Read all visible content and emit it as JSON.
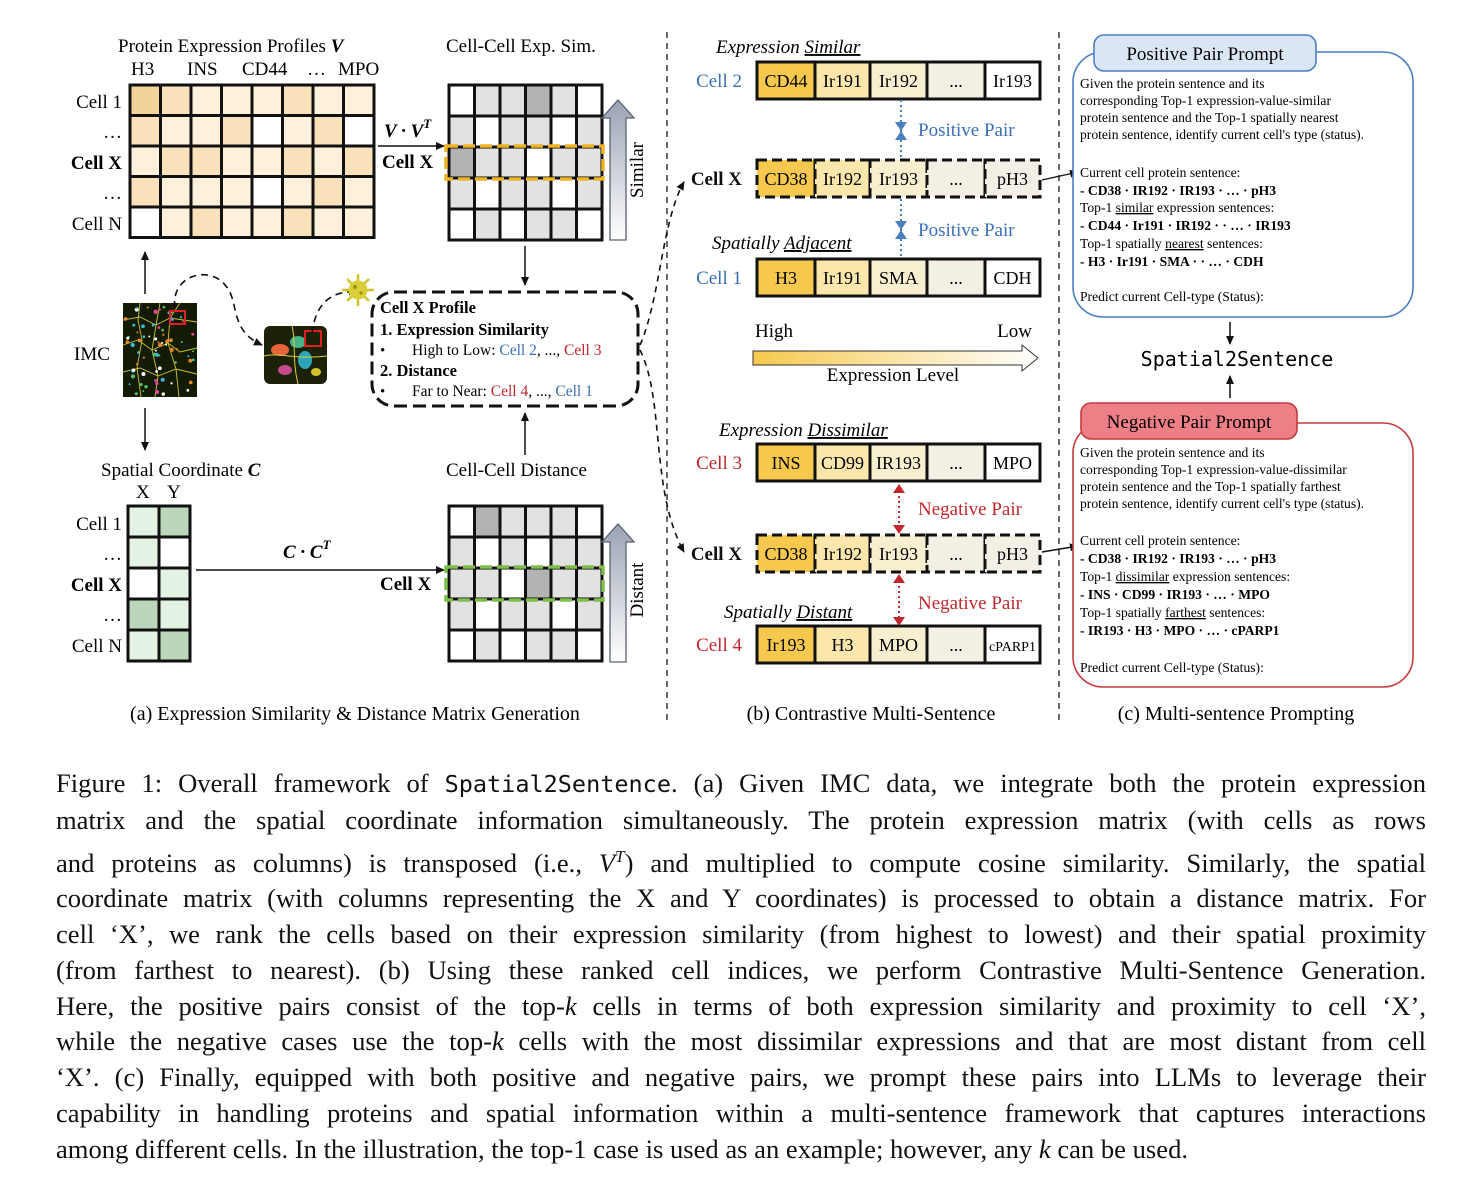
{
  "panel_a": {
    "expr_title": "Protein Expression Profiles",
    "expr_title_var": "V",
    "proteins": [
      "H3",
      "INS",
      "CD44",
      "…",
      "MPO"
    ],
    "cells": [
      "Cell 1",
      "…",
      "Cell X",
      "…",
      "Cell N"
    ],
    "sim_title": "Cell-Cell Exp. Sim.",
    "sim_formula": "V · V",
    "sim_formula_sup": "T",
    "cell_x": "Cell X",
    "similar_arrow_label": "Similar",
    "imc_label": "IMC",
    "profile_title": "Cell X Profile",
    "profile_item1": "1. Expression Similarity",
    "profile_item1_prefix": "High to Low: ",
    "profile_item1_a": "Cell 2",
    "profile_item1_mid": ", ..., ",
    "profile_item1_b": "Cell 3",
    "profile_item2": "2. Distance",
    "profile_item2_prefix": "Far to Near: ",
    "profile_item2_a": "Cell 4",
    "profile_item2_mid": ", ..., ",
    "profile_item2_b": "Cell 1",
    "bullet": "•",
    "coord_title": "Spatial Coordinate",
    "coord_title_var": "C",
    "coord_cols": [
      "X",
      "Y"
    ],
    "dist_title": "Cell-Cell Distance",
    "dist_formula": "C · C",
    "dist_formula_sup": "T",
    "distant_arrow_label": "Distant",
    "caption": "(a) Expression Similarity & Distance Matrix Generation"
  },
  "panel_b": {
    "expr_similar_prefix": "Expression ",
    "expr_similar_word": "Similar",
    "spatially_adjacent_prefix": "Spatially ",
    "spatially_adjacent_word": "Adjacent",
    "expr_dissimilar_prefix": "Expression ",
    "expr_dissimilar_word": "Dissimilar",
    "spatially_distant_prefix": "Spatially ",
    "spatially_distant_word": "Distant",
    "rows": [
      {
        "cell": "Cell 2",
        "tokens": [
          "CD44",
          "Ir191",
          "Ir192",
          "...",
          "Ir193"
        ]
      },
      {
        "cell": "Cell X",
        "tokens": [
          "CD38",
          "Ir192",
          "Ir193",
          "...",
          "pH3"
        ]
      },
      {
        "cell": "Cell 1",
        "tokens": [
          "H3",
          "Ir191",
          "SMA",
          "...",
          "CDH"
        ]
      },
      {
        "cell": "Cell 3",
        "tokens": [
          "INS",
          "CD99",
          "IR193",
          "...",
          "MPO"
        ]
      },
      {
        "cell": "Cell X",
        "tokens": [
          "CD38",
          "Ir192",
          "Ir193",
          "...",
          "pH3"
        ]
      },
      {
        "cell": "Cell 4",
        "tokens": [
          "Ir193",
          "H3",
          "MPO",
          "...",
          "cPARP1"
        ]
      }
    ],
    "positive_pair": "Positive Pair",
    "negative_pair": "Negative Pair",
    "legend_high": "High",
    "legend_low": "Low",
    "legend_label": "Expression Level",
    "caption": "(b) Contrastive Multi-Sentence"
  },
  "panel_c": {
    "positive_title": "Positive Pair Prompt",
    "positive_intro": [
      "Given the protein sentence and its",
      "corresponding Top-1 expression-value-similar",
      "protein sentence and the Top-1 spatially nearest",
      "protein sentence, identify current cell's type (status)."
    ],
    "current_label": "Current cell protein sentence:",
    "current_sentence": "- CD38 · IR192 · IR193 · … · pH3",
    "pos_top1_prefix": "Top-1 ",
    "pos_top1_word": "similar",
    "pos_top1_suffix": " expression sentences:",
    "pos_top1_sentence": "- CD44 · Ir191 · IR192 · · … · IR193",
    "pos_spatial_prefix": "Top-1 spatially ",
    "pos_spatial_word": "nearest",
    "pos_spatial_suffix": " sentences:",
    "pos_spatial_sentence": "- H3 · Ir191 · SMA · · … · CDH",
    "predict": "Predict current Cell-type (Status):",
    "center_label": "Spatial2Sentence",
    "negative_title": "Negative Pair Prompt",
    "negative_intro": [
      "Given the protein sentence and its",
      "corresponding Top-1 expression-value-dissimilar",
      "protein sentence and the Top-1 spatially farthest",
      "protein sentence, identify current cell's type (status)."
    ],
    "neg_top1_prefix": "Top-1 ",
    "neg_top1_word": "dissimilar",
    "neg_top1_suffix": " expression sentences:",
    "neg_top1_sentence": "- INS · CD99 · IR193  · … · MPO",
    "neg_spatial_prefix": "Top-1 spatially ",
    "neg_spatial_word": "farthest",
    "neg_spatial_suffix": " sentences:",
    "neg_spatial_sentence": "- IR193 · H3 · MPO  · … · cPARP1",
    "caption": "(c) Multi-sentence Prompting"
  },
  "figure_caption": {
    "lines": [
      [
        "Figure 1: Overall framework of ",
        {
          "mono": "Spatial2Sentence"
        },
        ". (a) Given IMC data, we integrate both the protein expression"
      ],
      [
        "matrix and the spatial coordinate information simultaneously. The protein expression matrix (with cells as rows"
      ],
      [
        "and proteins as columns) is transposed (i.e., ",
        {
          "math": "V",
          "sup": "T"
        },
        ") and multiplied to compute cosine similarity. Similarly, the spatial"
      ],
      [
        "coordinate matrix (with columns representing the X and Y coordinates) is processed to obtain a distance matrix. For"
      ],
      [
        "cell ‘X’, we rank the cells based on their expression similarity (from highest to lowest) and their spatial proximity"
      ],
      [
        "(from farthest to nearest). (b) Using these ranked cell indices, we perform Contrastive Multi-Sentence Generation."
      ],
      [
        "Here, the positive pairs consist of the top-",
        {
          "math": "k"
        },
        " cells in terms of both expression similarity and proximity to cell ‘X’,"
      ],
      [
        "while the negative cases use the top-",
        {
          "math": "k"
        },
        " cells with the most dissimilar expressions and that are most distant from cell"
      ],
      [
        "‘X’. (c) Finally, equipped with both positive and negative pairs, we prompt these pairs into LLMs to leverage their"
      ],
      [
        "capability in handling proteins and spatial information within a multi-sentence framework that captures interactions"
      ],
      [
        "among different cells. In the illustration, the top-1 case is used as an example; however, any ",
        {
          "math": "k"
        },
        " can be used."
      ]
    ]
  },
  "colors": {
    "blue_text": "#3a6fb7",
    "red_text": "#c0282d",
    "orange_dash": "#f0b323",
    "green_dash": "#7cbf4a",
    "positive_box_border": "#4a7fc1",
    "positive_title_fill": "#dbe6f5",
    "negative_box_border": "#c43a3a",
    "negative_title_fill": "#ee7f86",
    "token_high": "#f6c94e",
    "token_mid": "#fbe6ac",
    "token_low": "#f3efe5"
  }
}
